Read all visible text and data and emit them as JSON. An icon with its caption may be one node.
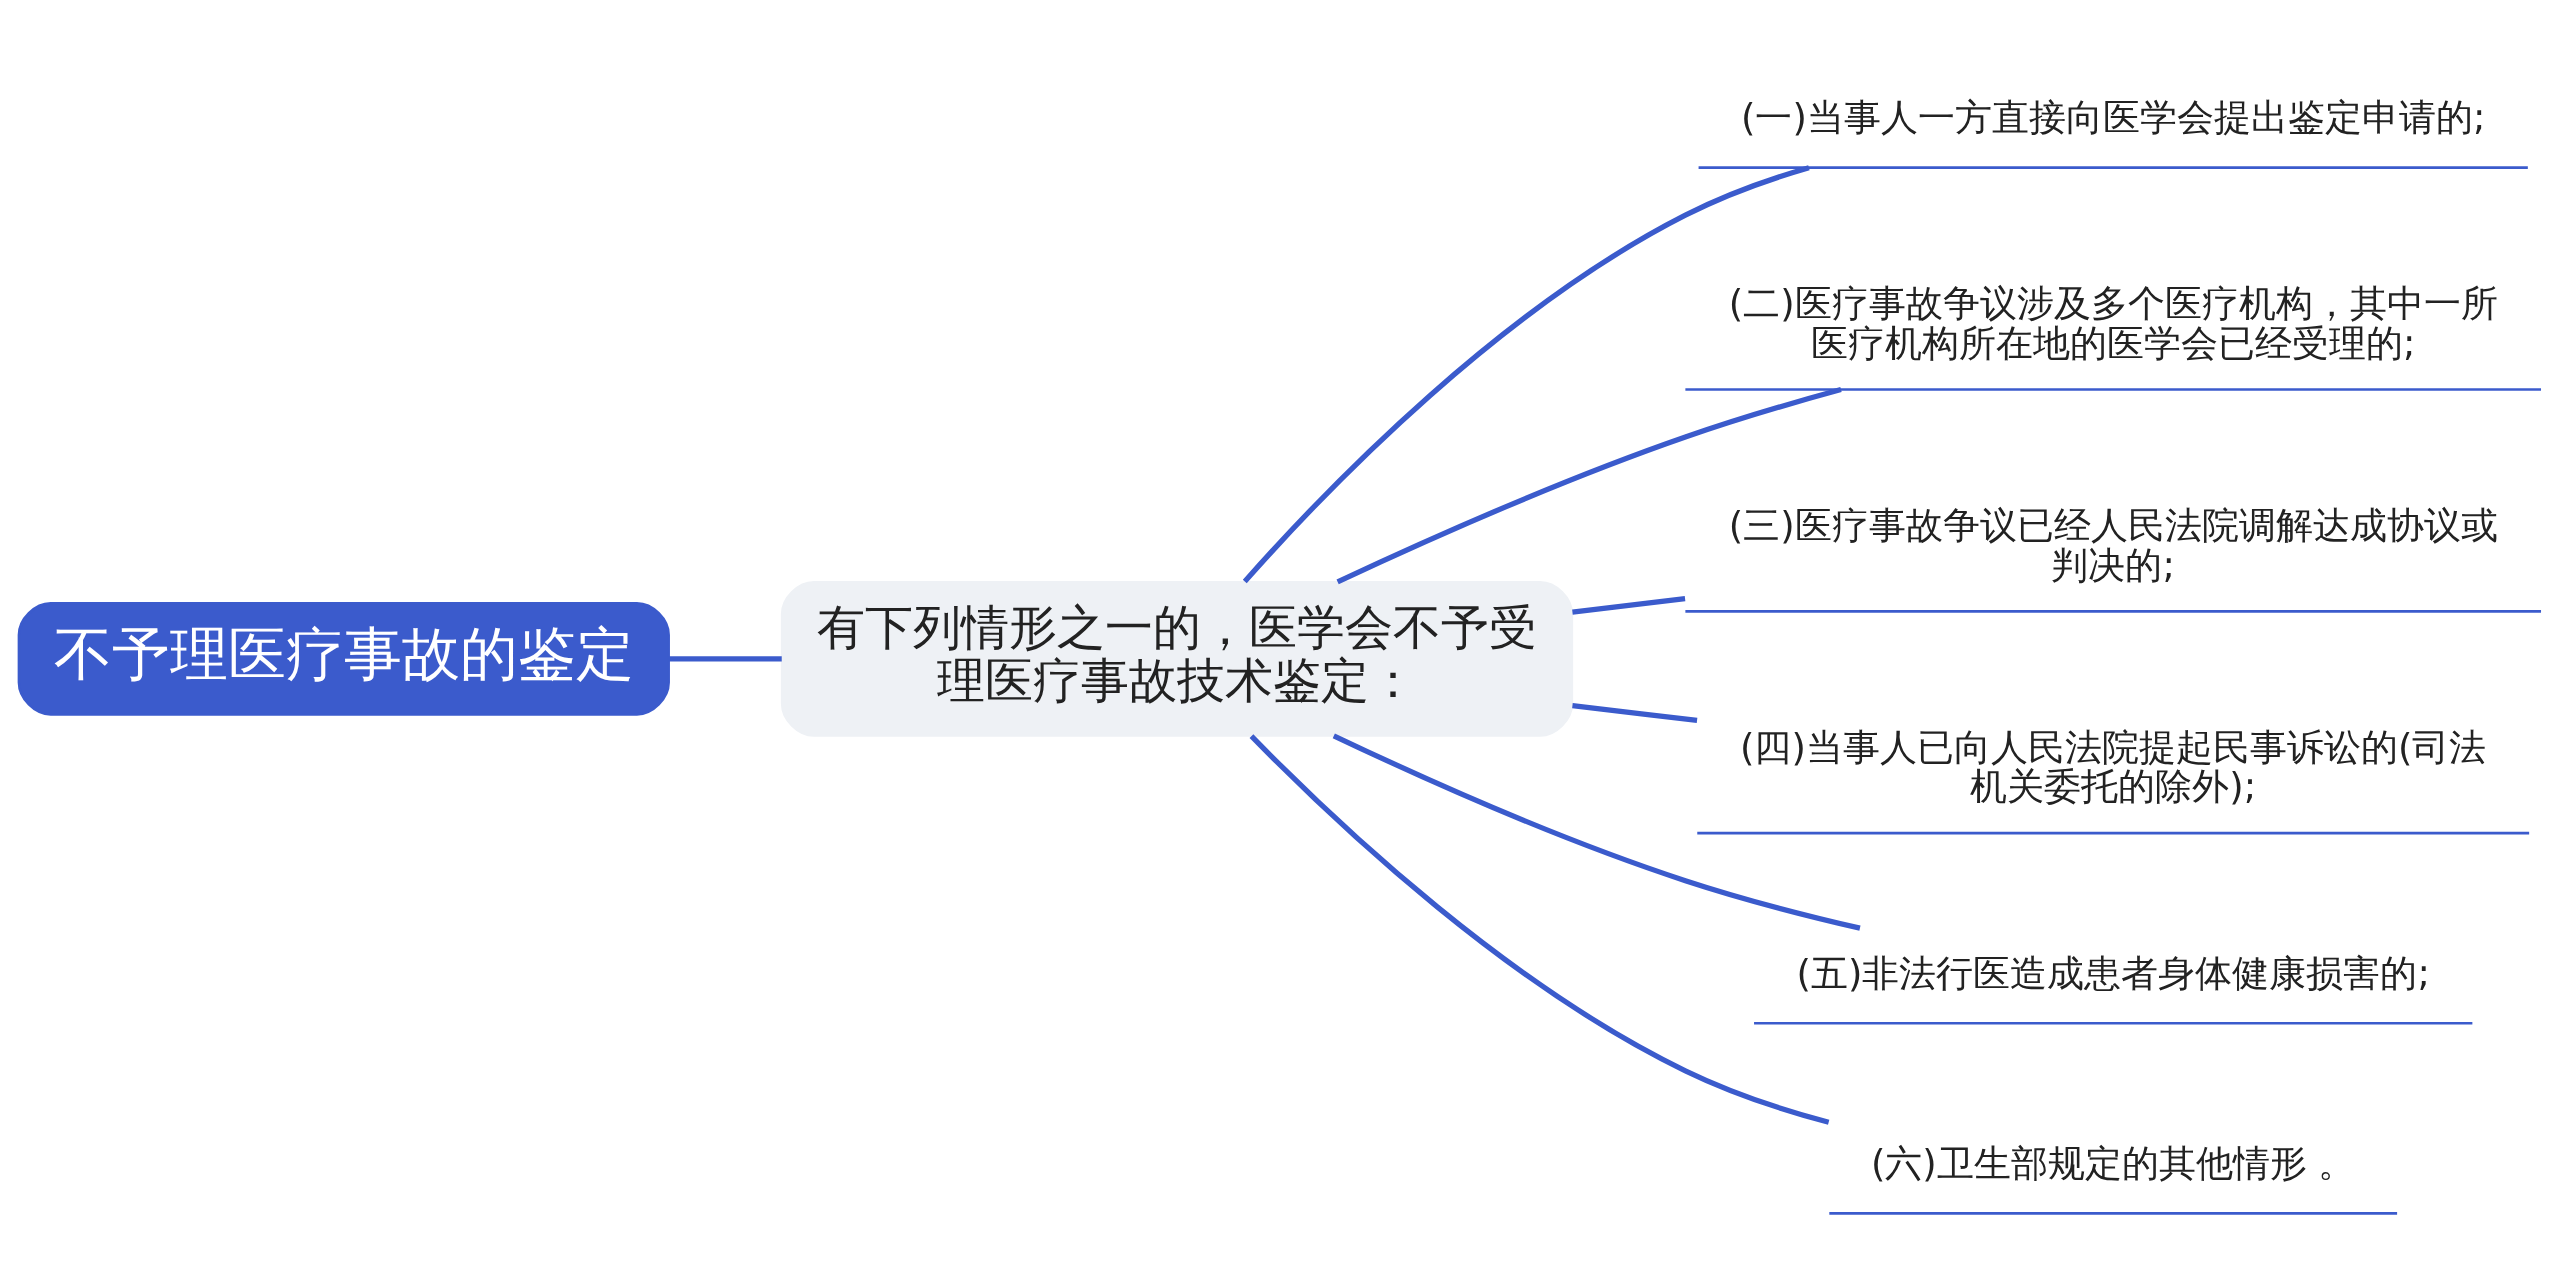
{
  "diagram": {
    "nodes": [
      {
        "text": [
          "不予理医疗事故的鉴定"
        ]
      },
      {
        "text": [
          "有下列情形之一的，医学会不予受理医疗事故技术鉴定："
        ]
      },
      {
        "text": [
          "(一)当事人一方直接向医学会提出鉴定申请的;"
        ]
      },
      {
        "text": [
          "(二)医疗事故争议涉及多个医疗机构，其中一所医疗机构所在地的医学会已经受理的;"
        ]
      },
      {
        "text": [
          "(三)医疗事故争议已经人民法院调解达成协议或判决的;"
        ]
      },
      {
        "text": [
          "(四)当事人已向人民法院提起民事诉讼的(司法机关委托的除外);"
        ]
      },
      {
        "text": [
          "(五)非法行医造成患者身体健康损害的;"
        ]
      },
      {
        "text": [
          "(六)卫生部规定的其他情形 。"
        ]
      }
    ],
    "edges": [
      {
        "from": 0,
        "to": 1,
        "arrow": "none"
      },
      {
        "from": 1,
        "to": 2,
        "arrow": "none"
      },
      {
        "from": 1,
        "to": 3,
        "arrow": "none"
      },
      {
        "from": 1,
        "to": 4,
        "arrow": "none"
      },
      {
        "from": 1,
        "to": 5,
        "arrow": "none"
      },
      {
        "from": 1,
        "to": 6,
        "arrow": "none"
      },
      {
        "from": 1,
        "to": 7,
        "arrow": "none"
      }
    ]
  }
}
